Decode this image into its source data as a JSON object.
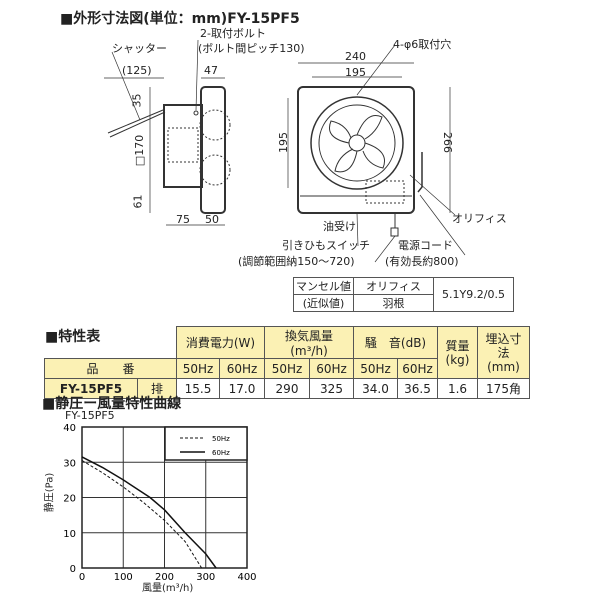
{
  "dimension_drawing": {
    "title": "■外形寸法図(単位：mm)FY-15PF5",
    "labels": {
      "shutter": "シャッター",
      "bolt": "2-取付ボルト",
      "bolt_pitch": "(ボルト間ピッチ130)",
      "mount_holes": "4-φ6取付穴",
      "oil_tray": "油受け",
      "pull_switch": "引きひもスイッチ",
      "pull_range": "(調節範囲納150〜720)",
      "power_cord": "電源コード",
      "cord_length": "(有効長約800)",
      "orifice": "オリフィス"
    },
    "dims": {
      "d125": "(125)",
      "d47": "47",
      "d35": "35",
      "d170": "□170",
      "d61": "61",
      "d75": "75",
      "d50": "50",
      "d240": "240",
      "d195w": "195",
      "d195h": "195",
      "d266": "266"
    }
  },
  "munsell": {
    "label1": "マンセル値",
    "label2": "(近似値)",
    "orifice": "オリフィス",
    "blade": "羽根",
    "value": "5.1Y9.2/0.5"
  },
  "spec_table": {
    "title": "■特性表",
    "headers": {
      "power": "消費電力(W)",
      "airflow": "換気風量(m³/h)",
      "noise": "騒　音(dB)",
      "mass": "質量",
      "mass_unit": "(kg)",
      "opening": "埋込寸法",
      "opening_unit": "(mm)",
      "model": "品　　番",
      "hz50": "50Hz",
      "hz60": "60Hz"
    },
    "row": {
      "model": "FY-15PF5",
      "type": "排",
      "power50": "15.5",
      "power60": "17.0",
      "flow50": "290",
      "flow60": "325",
      "noise50": "34.0",
      "noise60": "36.5",
      "mass": "1.6",
      "opening": "175角"
    }
  },
  "chart_title": "■静圧ー風量特性曲線",
  "chart_data": {
    "type": "line",
    "title": "FY-15PF5",
    "xlabel": "風量(m³/h)",
    "ylabel": "静圧(Pa)",
    "xlim": [
      0,
      400
    ],
    "ylim": [
      0,
      40
    ],
    "xticks": [
      "0",
      "100",
      "200",
      "300",
      "400"
    ],
    "yticks": [
      "0",
      "10",
      "20",
      "30",
      "40"
    ],
    "grid": true,
    "legend": "top-right",
    "series": [
      {
        "name": "50Hz",
        "style": "dashed",
        "x": [
          0,
          50,
          100,
          150,
          200,
          250,
          290
        ],
        "y": [
          30.5,
          27,
          23,
          18.5,
          13.5,
          7.5,
          0
        ]
      },
      {
        "name": "60Hz",
        "style": "solid",
        "x": [
          0,
          50,
          100,
          165,
          200,
          250,
          300,
          325
        ],
        "y": [
          31.5,
          28.5,
          25,
          20,
          16.5,
          10,
          4,
          0
        ]
      }
    ]
  }
}
